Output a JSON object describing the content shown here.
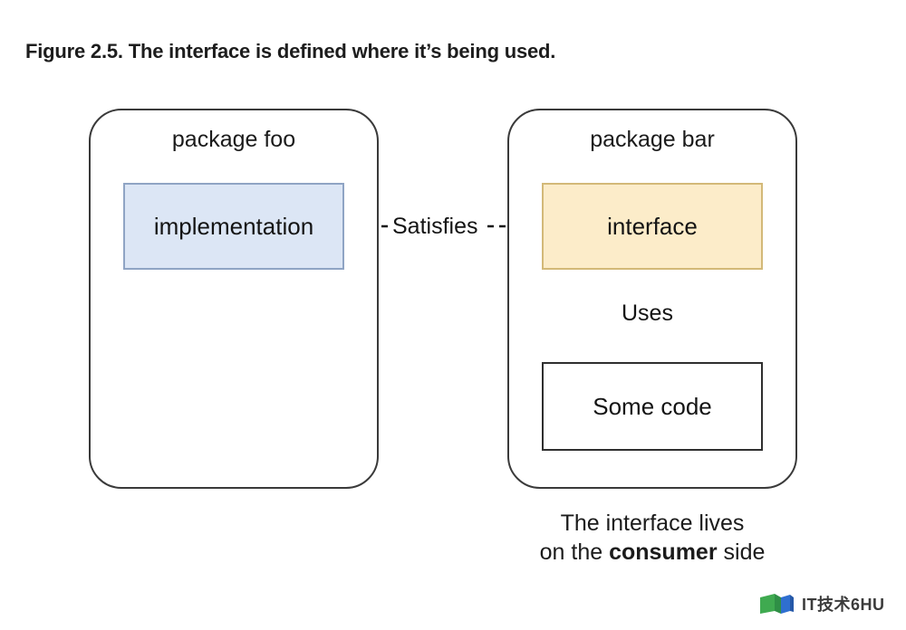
{
  "figure": {
    "title": "Figure 2.5. The interface is defined where it’s being used."
  },
  "diagram": {
    "type": "package-dependency-diagram",
    "packages": [
      {
        "id": "foo",
        "label": "package foo",
        "nodes": [
          {
            "id": "implementation",
            "label": "implementation",
            "fill": "#dce6f5",
            "stroke": "#8fa4c4"
          }
        ]
      },
      {
        "id": "bar",
        "label": "package bar",
        "nodes": [
          {
            "id": "interface",
            "label": "interface",
            "fill": "#fcecc9",
            "stroke": "#d3b978"
          },
          {
            "id": "some-code",
            "label": "Some code",
            "fill": "#ffffff",
            "stroke": "#2f2f2f"
          }
        ]
      }
    ],
    "edges": [
      {
        "id": "satisfies",
        "label": "Satisfies",
        "from": "implementation",
        "to": "interface",
        "style": "dashed",
        "arrowhead": "filled-triangle",
        "direction": "right"
      },
      {
        "id": "uses",
        "label": "Uses",
        "from": "some-code",
        "to": "interface",
        "style": "solid",
        "arrowhead": "filled-triangle",
        "direction": "up"
      }
    ]
  },
  "caption": {
    "line1": "The interface lives",
    "line2_prefix": "on the ",
    "line2_emphasis": "consumer",
    "line2_suffix": " side"
  },
  "watermark": {
    "text": "IT技术6HU",
    "logo_colors": {
      "green": "#3faa50",
      "blue": "#2f6fd0"
    }
  },
  "colors": {
    "background": "#ffffff",
    "text": "#1b1b1b",
    "package_stroke": "#3a3a3a",
    "edge_stroke": "#1a1a1a"
  }
}
